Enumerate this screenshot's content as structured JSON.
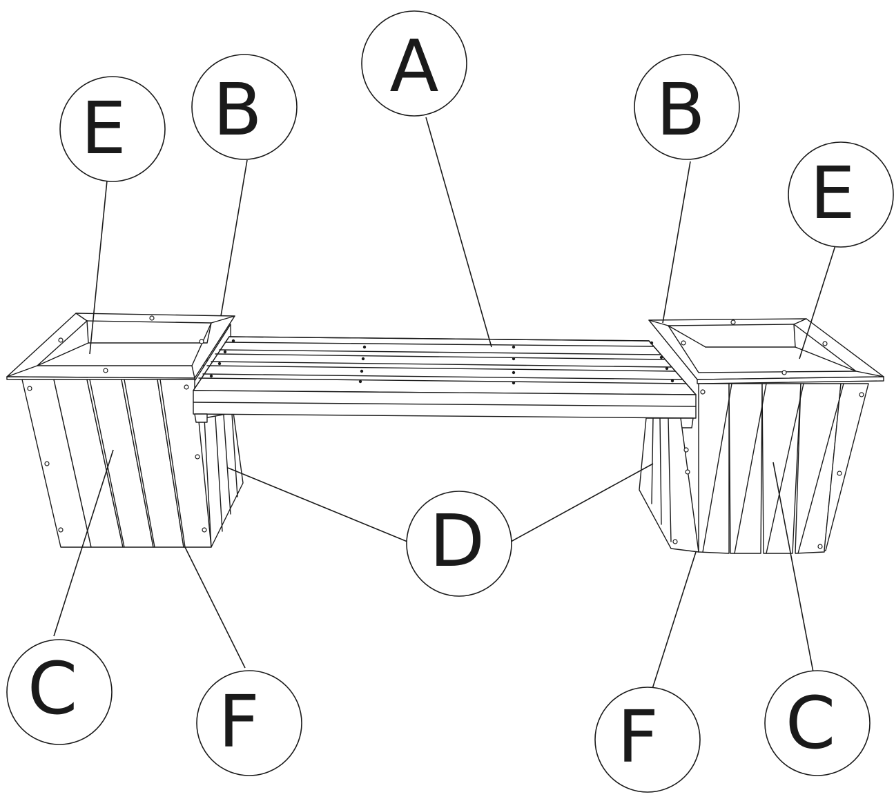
{
  "diagram": {
    "labels": {
      "A": "A",
      "B_left": "B",
      "B_right": "B",
      "C_left": "C",
      "C_right": "C",
      "D": "D",
      "E_left": "E",
      "E_right": "E",
      "F_left": "F",
      "F_right": "F"
    }
  }
}
